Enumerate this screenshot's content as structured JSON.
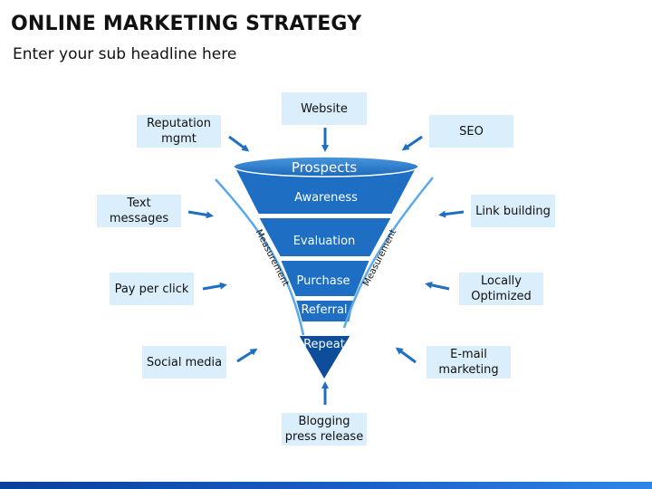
{
  "header": {
    "title": "ONLINE MARKETING STRATEGY",
    "subtitle": "Enter your sub headline here"
  },
  "funnel": {
    "stages": [
      "Prospects",
      "Awareness",
      "Evaluation",
      "Purchase",
      "Referral",
      "Repeat"
    ],
    "measurement_left": "Measurement",
    "measurement_right": "Measurement"
  },
  "channels": {
    "website": "Website",
    "reputation": "Reputation\nmgmt",
    "seo": "SEO",
    "text_messages": "Text\nmessages",
    "link_building": "Link building",
    "pay_per_click": "Pay per click",
    "locally_optimized": "Locally\nOptimized",
    "social_media": "Social media",
    "email_marketing": "E-mail\nmarketing",
    "blogging": "Blogging\npress release"
  },
  "colors": {
    "box_fill": "#dbeefb",
    "funnel_stage": "#1e6fc4",
    "funnel_top": "#2b7fd0",
    "funnel_dark": "#0d4d99",
    "arrow": "#1f6fc1",
    "measurement_line": "#5aa9ec"
  }
}
